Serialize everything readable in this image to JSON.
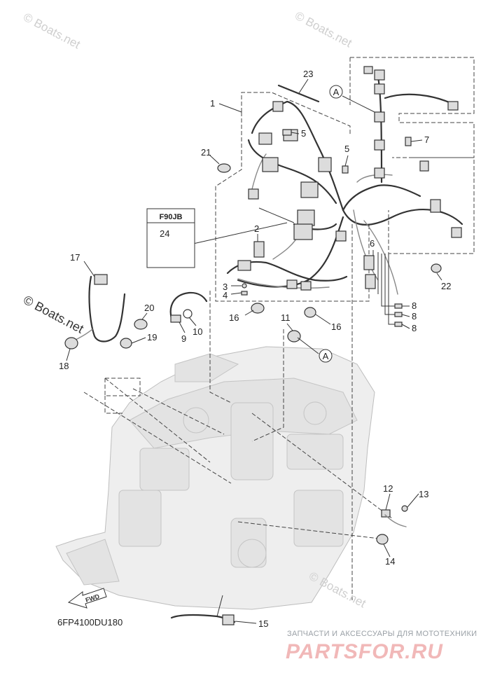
{
  "watermarks": {
    "top_left": "© Boats.net",
    "top_right": "© Boats.net",
    "middle": "© Boats.net",
    "bottom_right": "© Boats.net"
  },
  "diagram_code": "6FP4100DU180",
  "model_box_label": "F90JB",
  "fwd_label": "FWD",
  "ref_markers": [
    "A",
    "A"
  ],
  "brand": {
    "tagline": "ЗАПЧАСТИ И АКСЕССУАРЫ ДЛЯ МОТОТЕХНИКИ",
    "name": "PARTSFOR.RU"
  },
  "callouts": {
    "c1": "1",
    "c2": "2",
    "c3": "3",
    "c4": "4",
    "c5a": "5",
    "c5b": "5",
    "c6": "6",
    "c7": "7",
    "c8a": "8",
    "c8b": "8",
    "c8c": "8",
    "c9": "9",
    "c10": "10",
    "c11": "11",
    "c12": "12",
    "c13": "13",
    "c14": "14",
    "c15": "15",
    "c16a": "16",
    "c16b": "16",
    "c17": "17",
    "c18": "18",
    "c19": "19",
    "c20": "20",
    "c21": "21",
    "c22": "22",
    "c23": "23",
    "c24": "24"
  }
}
